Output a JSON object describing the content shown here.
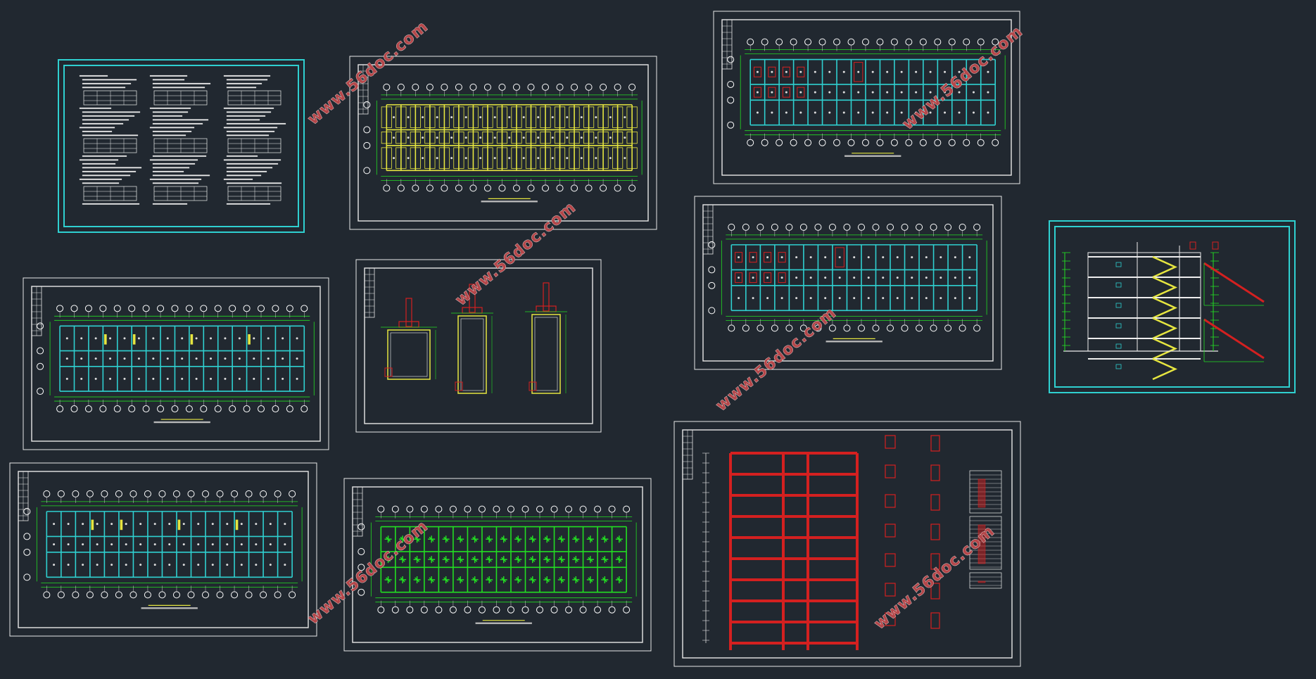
{
  "viewer": {
    "background": "#212830",
    "watermark_text": "www.56doc.com",
    "watermark_color": "#b5474a"
  },
  "colors": {
    "frame": "#ffffff",
    "cyan": "#2fd0d0",
    "green": "#22dd22",
    "yellow": "#e6e640",
    "red": "#d42020"
  },
  "sheets": [
    {
      "id": "design-notes",
      "kind": "notes"
    },
    {
      "id": "foundation-plan",
      "kind": "plan"
    },
    {
      "id": "roof-slab-reinforcement-plan",
      "kind": "plan"
    },
    {
      "id": "floor-beam-plan",
      "kind": "plan"
    },
    {
      "id": "foundation-details",
      "kind": "details"
    },
    {
      "id": "floor-slab-reinforcement-plan",
      "kind": "plan"
    },
    {
      "id": "stair-section",
      "kind": "stair"
    },
    {
      "id": "roof-beam-plan",
      "kind": "plan"
    },
    {
      "id": "column-layout-plan",
      "kind": "plan"
    },
    {
      "id": "frame-elevation",
      "kind": "frame"
    }
  ]
}
